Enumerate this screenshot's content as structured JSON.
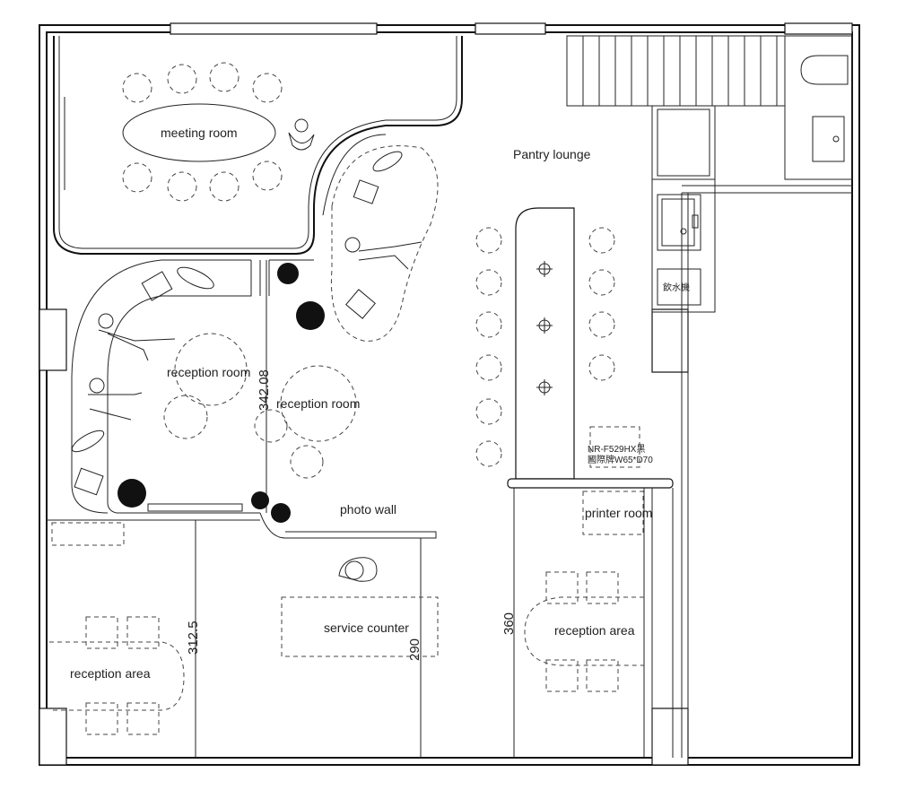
{
  "rooms": {
    "meeting_room": "meeting room",
    "pantry_lounge": "Pantry lounge",
    "reception_room_left": "reception room",
    "reception_room_center": "reception room",
    "photo_wall": "photo wall",
    "printer_room": "printer room",
    "service_counter": "service counter",
    "reception_area_left": "reception area",
    "reception_area_right": "reception area"
  },
  "appliances": {
    "water_dispenser": "飲水機",
    "fridge_model": "NR-F529HX黑",
    "fridge_brand_size": "國際牌W65*D70"
  },
  "dimensions": {
    "dim_342": "342.08",
    "dim_312": "312.5",
    "dim_290": "290",
    "dim_360": "360"
  }
}
